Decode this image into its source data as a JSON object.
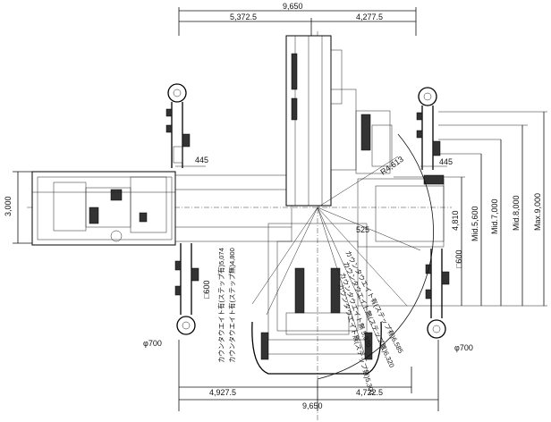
{
  "dimensions": {
    "top_total": "9,650",
    "top_left": "5,372.5",
    "top_right": "4,277.5",
    "bottom_total": "9,650",
    "bottom_left": "4,927.5",
    "bottom_right": "4,722.5",
    "left_height": "3,000",
    "gap_left": "445",
    "gap_right": "445",
    "radius": "R4,613",
    "center_offset": "525",
    "h_4810": "4,810",
    "mid_5600": "Mid.5,600",
    "mid_7000": "Mid.7,000",
    "mid_8000": "Mid.8,000",
    "max_9000": "Max.9,000",
    "pad_left": "□600",
    "pad_right": "□600",
    "phi_left": "φ700",
    "phi_right": "φ700"
  },
  "annotations": {
    "cw_step_none_4800": "カウンタウエイト有(ステップ無)4,800",
    "cw_step_some_5074": "カウンタウエイト有(ステップ有)5,074",
    "cw_step_some_6585": "カウンタウエイト有(ステップ有)6,585",
    "cw_step_none_6320": "カウンタウエイト無(ステップ無)6,320",
    "no_cw_step_5320": "カウンタウエイト無 5,320",
    "no_cw_step_none_5300": "カウンタウエイト無(ステップ無)5,300"
  }
}
